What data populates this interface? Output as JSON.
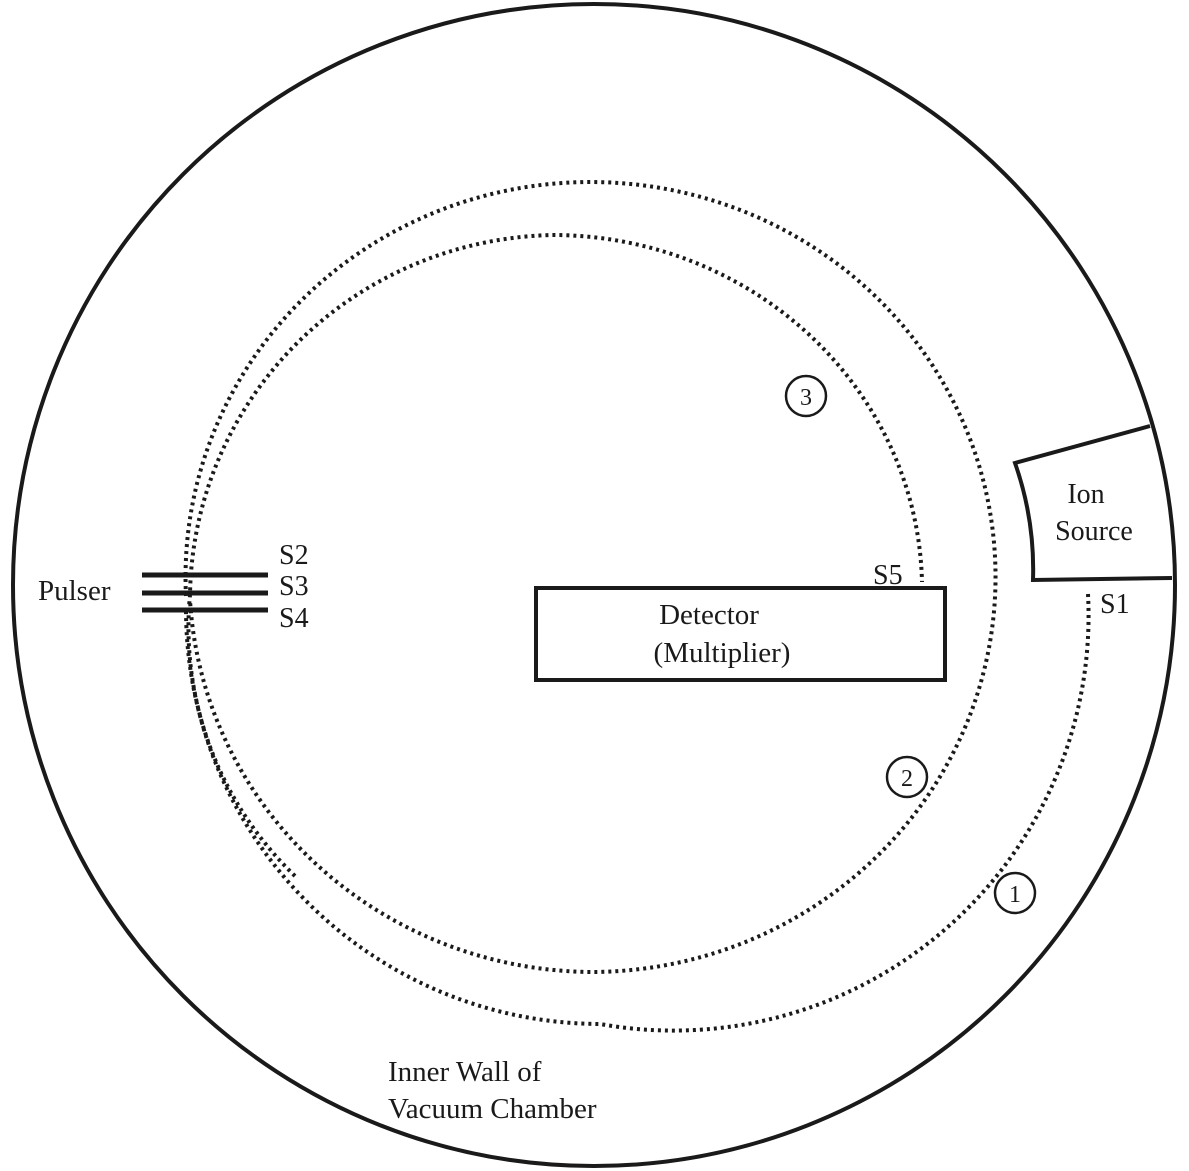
{
  "labels": {
    "pulser": "Pulser",
    "s1": "S1",
    "s2": "S2",
    "s3": "S3",
    "s4": "S4",
    "s5": "S5",
    "ion_source_line1": "Ion",
    "ion_source_line2": "Source",
    "detector_line1": "Detector",
    "detector_line2": "(Multiplier)",
    "wall_line1": "Inner Wall of",
    "wall_line2": "Vacuum Chamber",
    "path1": "1",
    "path2": "2",
    "path3": "3"
  },
  "colors": {
    "ink": "#1a1a1a",
    "background": "#ffffff"
  }
}
